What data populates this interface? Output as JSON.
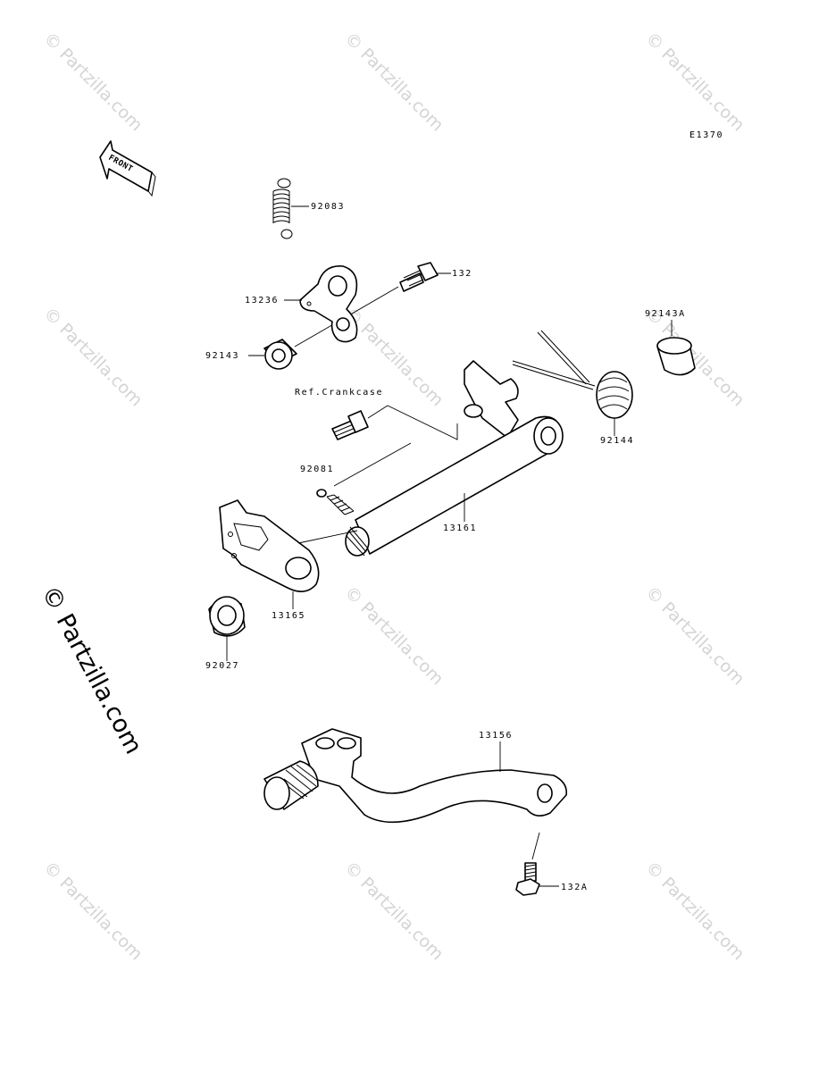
{
  "diagram": {
    "code": "E1370",
    "front_arrow_label": "FRONT",
    "watermark_text": "© Partzilla.com",
    "watermark_large_text": "© Partzilla.com",
    "labels": {
      "p92083": "92083",
      "p132": "132",
      "p13236": "13236",
      "p92143": "92143",
      "p92143A": "92143A",
      "ref_crankcase": "Ref.Crankcase",
      "p92144": "92144",
      "p92081": "92081",
      "p13161": "13161",
      "p13165": "13165",
      "p92027": "92027",
      "p13156": "13156",
      "p132A": "132A"
    }
  }
}
